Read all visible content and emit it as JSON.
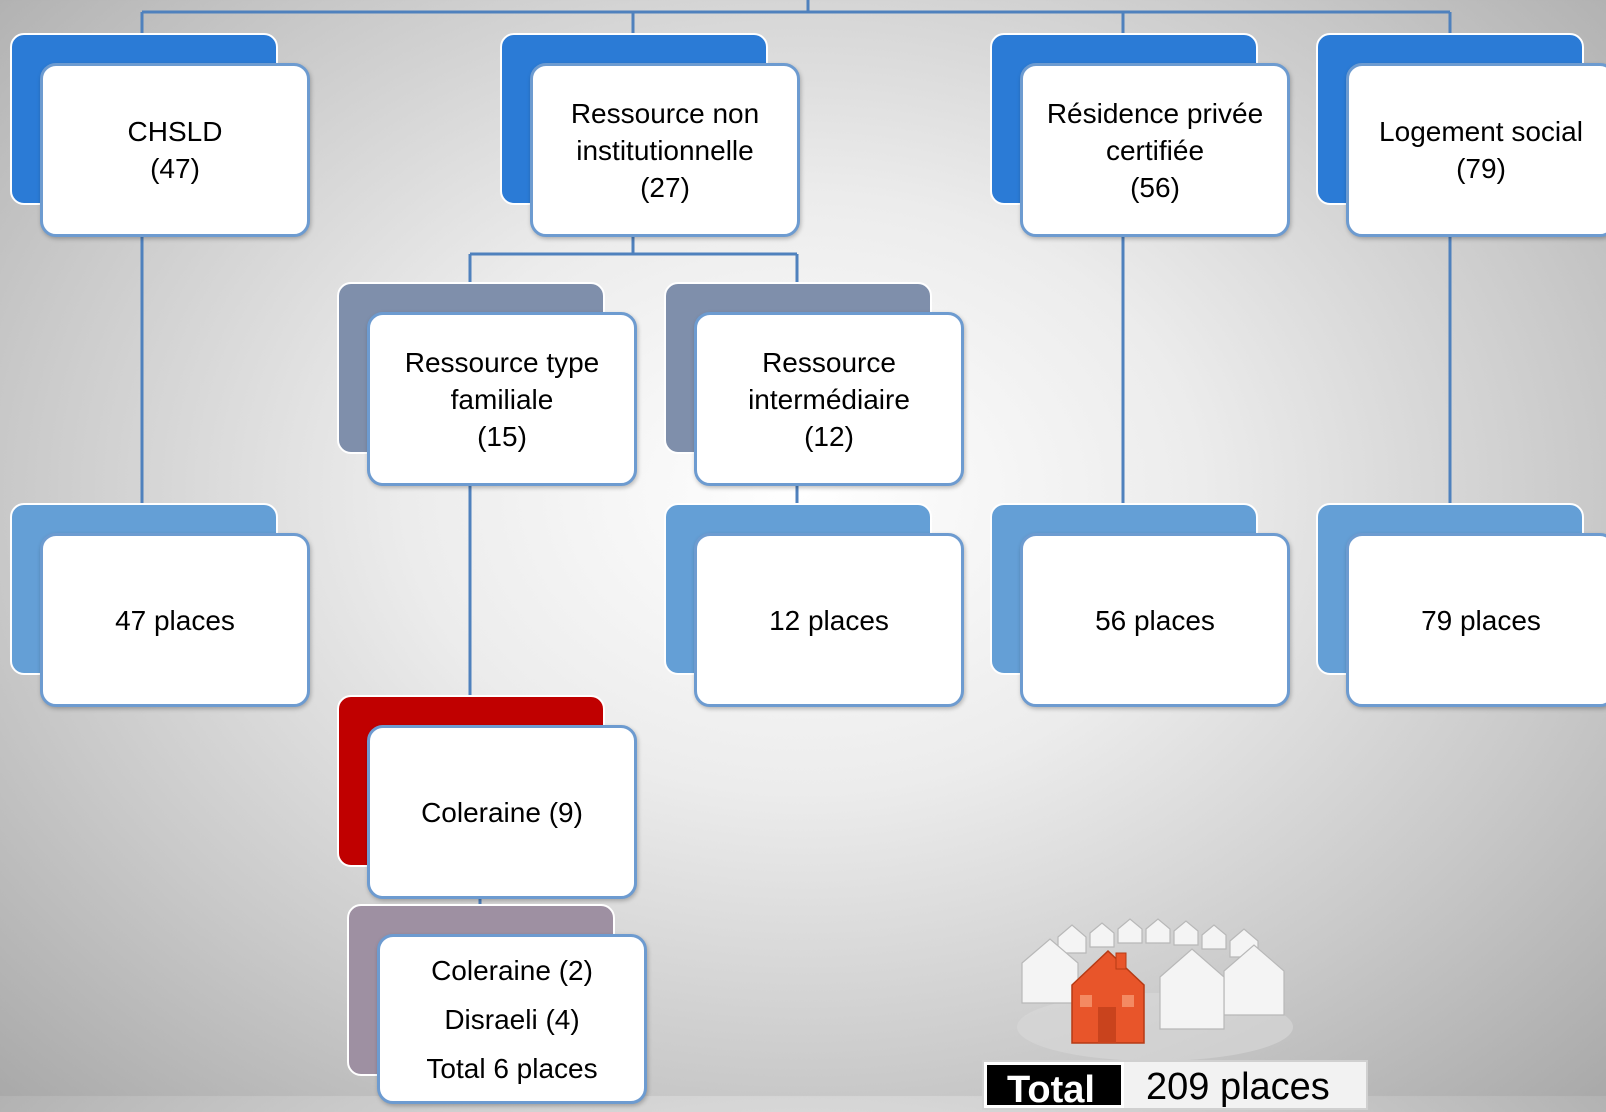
{
  "top_level": [
    {
      "lines": [
        "CHSLD",
        "(47)"
      ]
    },
    {
      "lines": [
        "Ressource non",
        "institutionnelle",
        "(27)"
      ]
    },
    {
      "lines": [
        "Résidence privée",
        "certifiée",
        "(56)"
      ]
    },
    {
      "lines": [
        "Logement social",
        "(79)"
      ]
    }
  ],
  "sub_level": [
    {
      "lines": [
        "Ressource type",
        "familiale",
        "(15)"
      ]
    },
    {
      "lines": [
        "Ressource",
        "intermédiaire",
        "(12)"
      ]
    }
  ],
  "places": [
    {
      "text": "47 places"
    },
    {
      "text": "12 places"
    },
    {
      "text": "56 places"
    },
    {
      "text": "79 places"
    }
  ],
  "coleraine": {
    "text": "Coleraine (9)"
  },
  "breakdown": {
    "lines": [
      "Coleraine (2)",
      "Disraeli (4)",
      "Total 6 places"
    ]
  },
  "total": {
    "label": "Total",
    "value": "209 places"
  },
  "colors": {
    "connector": "#4f81bd",
    "top_back": "#2b7bd6",
    "places_back": "#649fd6",
    "sub_back": "#7f8fab",
    "coleraine_back": "#c00000",
    "breakdown_back": "#9e90a2",
    "highlight_house": "#e8552a"
  },
  "icons": {
    "houses": "houses-illustration"
  }
}
